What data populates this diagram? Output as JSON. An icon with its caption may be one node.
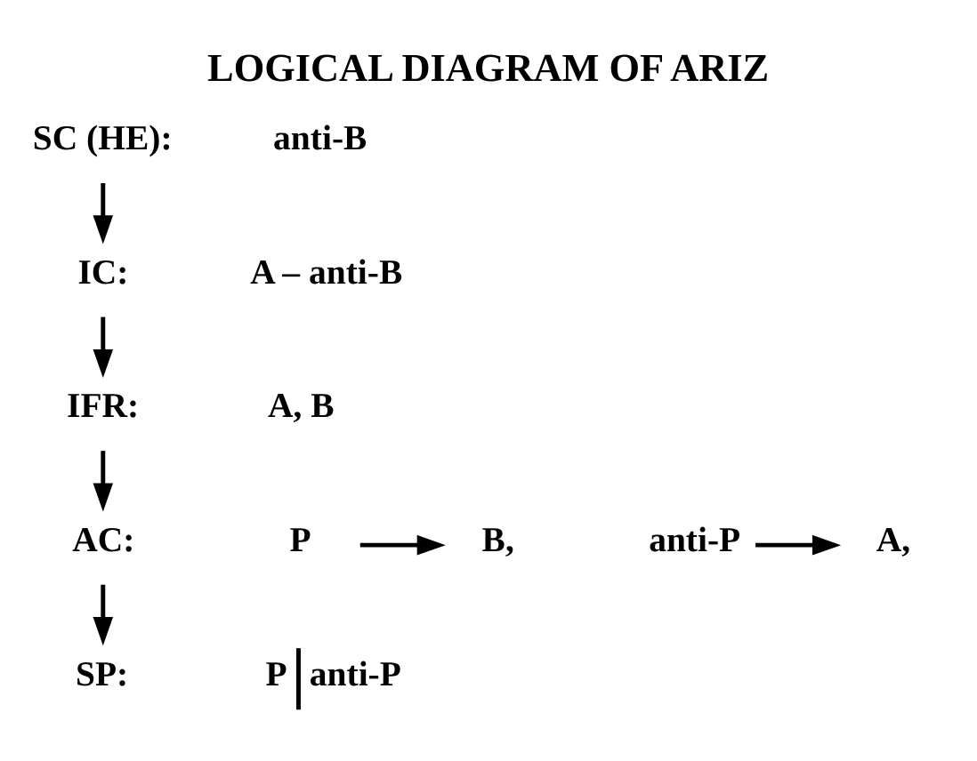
{
  "diagram": {
    "title": "LOGICAL DIAGRAM OF ARIZ",
    "nodes": [
      {
        "text": [
          "SC (HE):"
        ]
      },
      {
        "text": [
          "IC:"
        ]
      },
      {
        "text": [
          "IFR:"
        ]
      },
      {
        "text": [
          "AC:"
        ]
      },
      {
        "text": [
          "P"
        ]
      },
      {
        "text": [
          "B,"
        ]
      },
      {
        "text": [
          "anti-P"
        ]
      },
      {
        "text": [
          "A,"
        ]
      },
      {
        "text": [
          "SP:"
        ]
      }
    ],
    "edges": [
      {
        "from": 0,
        "to": 1,
        "arrow": "to"
      },
      {
        "from": 1,
        "to": 2,
        "arrow": "to"
      },
      {
        "from": 2,
        "to": 3,
        "arrow": "to"
      },
      {
        "from": 3,
        "to": 8,
        "arrow": "to"
      },
      {
        "from": 4,
        "to": 5,
        "arrow": "to"
      },
      {
        "from": 6,
        "to": 7,
        "arrow": "to"
      }
    ],
    "labels": [
      "anti-B",
      "A – anti-B",
      "A, B",
      "P",
      "anti-P"
    ]
  }
}
